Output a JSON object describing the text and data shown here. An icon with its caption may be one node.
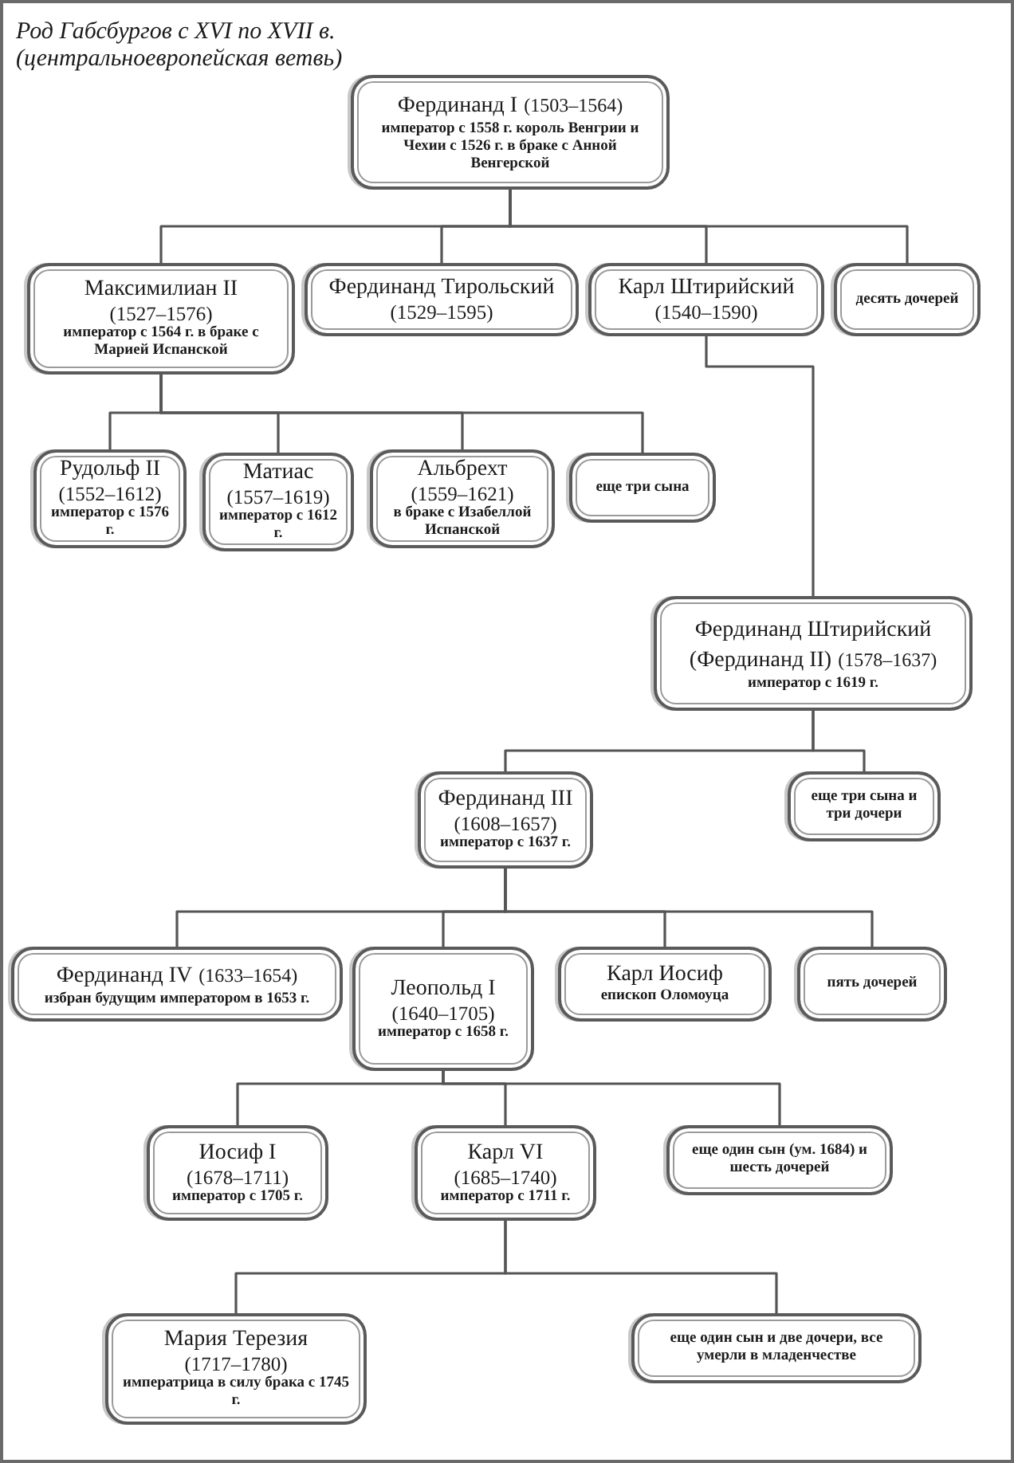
{
  "diagram": {
    "title": "Род Габсбургов с XVI по XVII в. (центральноевропейская ветвь)",
    "nodes": [
      {
        "text": [
          "Фердинанд I",
          "(1503–1564)",
          "император с 1558 г. король Венгрии и Чехии с 1526 г. в браке с Анной Венгерской"
        ]
      },
      {
        "text": [
          "Максимилиан II",
          "(1527–1576)",
          "император с 1564 г. в браке с Марией Испанской"
        ]
      },
      {
        "text": [
          "Фердинанд Тирольский",
          "(1529–1595)"
        ]
      },
      {
        "text": [
          "Карл Штирийский",
          "(1540–1590)"
        ]
      },
      {
        "text": [
          "десять дочерей"
        ]
      },
      {
        "text": [
          "Рудольф II",
          "(1552–1612)",
          "император с 1576 г."
        ]
      },
      {
        "text": [
          "Матиас",
          "(1557–1619)",
          "император с 1612 г."
        ]
      },
      {
        "text": [
          "Альбрехт",
          "(1559–1621)",
          "в браке с Изабеллой Испанской"
        ]
      },
      {
        "text": [
          "еще три сына"
        ]
      },
      {
        "text": [
          "Фердинанд Штирийский (Фердинанд II)",
          "(1578–1637)",
          "император с 1619 г."
        ]
      },
      {
        "text": [
          "Фердинанд III",
          "(1608–1657)",
          "император с 1637 г."
        ]
      },
      {
        "text": [
          "еще три сына и три дочери"
        ]
      },
      {
        "text": [
          "Фердинанд IV",
          "(1633–1654)",
          "избран будущим императором в 1653 г."
        ]
      },
      {
        "text": [
          "Леопольд I",
          "(1640–1705)",
          "император с 1658 г."
        ]
      },
      {
        "text": [
          "Карл Иосиф",
          "епископ Оломоуца"
        ]
      },
      {
        "text": [
          "пять дочерей"
        ]
      },
      {
        "text": [
          "Иосиф I",
          "(1678–1711)",
          "император с 1705 г."
        ]
      },
      {
        "text": [
          "Карл VI",
          "(1685–1740)",
          "император с 1711 г."
        ]
      },
      {
        "text": [
          "еще один сын (ум. 1684) и шесть дочерей"
        ]
      },
      {
        "text": [
          "Мария Терезия",
          "(1717–1780)",
          "императрица в силу брака с 1745 г."
        ]
      },
      {
        "text": [
          "еще один сын и две дочери, все умерли в младенчестве"
        ]
      }
    ],
    "edges": [
      {
        "from": 0,
        "to": 1,
        "arrow": "none"
      },
      {
        "from": 0,
        "to": 2,
        "arrow": "none"
      },
      {
        "from": 0,
        "to": 3,
        "arrow": "none"
      },
      {
        "from": 0,
        "to": 4,
        "arrow": "none"
      },
      {
        "from": 1,
        "to": 5,
        "arrow": "none"
      },
      {
        "from": 1,
        "to": 6,
        "arrow": "none"
      },
      {
        "from": 1,
        "to": 7,
        "arrow": "none"
      },
      {
        "from": 1,
        "to": 8,
        "arrow": "none"
      },
      {
        "from": 3,
        "to": 9,
        "arrow": "none"
      },
      {
        "from": 9,
        "to": 10,
        "arrow": "none"
      },
      {
        "from": 9,
        "to": 11,
        "arrow": "none"
      },
      {
        "from": 10,
        "to": 12,
        "arrow": "none"
      },
      {
        "from": 10,
        "to": 13,
        "arrow": "none"
      },
      {
        "from": 10,
        "to": 14,
        "arrow": "none"
      },
      {
        "from": 10,
        "to": 15,
        "arrow": "none"
      },
      {
        "from": 13,
        "to": 16,
        "arrow": "none"
      },
      {
        "from": 13,
        "to": 17,
        "arrow": "none"
      },
      {
        "from": 13,
        "to": 18,
        "arrow": "none"
      },
      {
        "from": 17,
        "to": 19,
        "arrow": "none"
      },
      {
        "from": 17,
        "to": 20,
        "arrow": "none"
      }
    ]
  }
}
